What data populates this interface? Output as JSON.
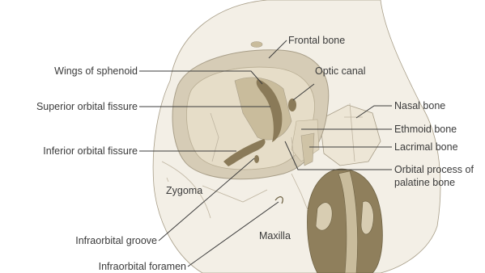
{
  "labels": {
    "frontal_bone": "Frontal bone",
    "optic_canal": "Optic canal",
    "wings_of_sphenoid": "Wings of sphenoid",
    "superior_orbital_fissure": "Superior orbital fissure",
    "nasal_bone": "Nasal bone",
    "ethmoid_bone": "Ethmoid bone",
    "lacrimal_bone": "Lacrimal bone",
    "inferior_orbital_fissure": "Inferior orbital fissure",
    "orbital_process_line1": "Orbital process of",
    "orbital_process_line2": "palatine bone",
    "zygoma": "Zygoma",
    "maxilla": "Maxilla",
    "infraorbital_groove": "Infraorbital groove",
    "infraorbital_foramen": "Infraorbital foramen"
  },
  "colors": {
    "skull_fill": "#f3efe6",
    "skull_outline": "#b3a993",
    "orbit_rim": "#d6ccb6",
    "orbit_inner": "#e6ddc8",
    "sphenoid_fill": "#c9bc9c",
    "fissure_dark": "#8a7a58",
    "nasal_dark": "#8f7f5c",
    "leader_line": "#3c3c3c",
    "text": "#3a3a3a"
  }
}
